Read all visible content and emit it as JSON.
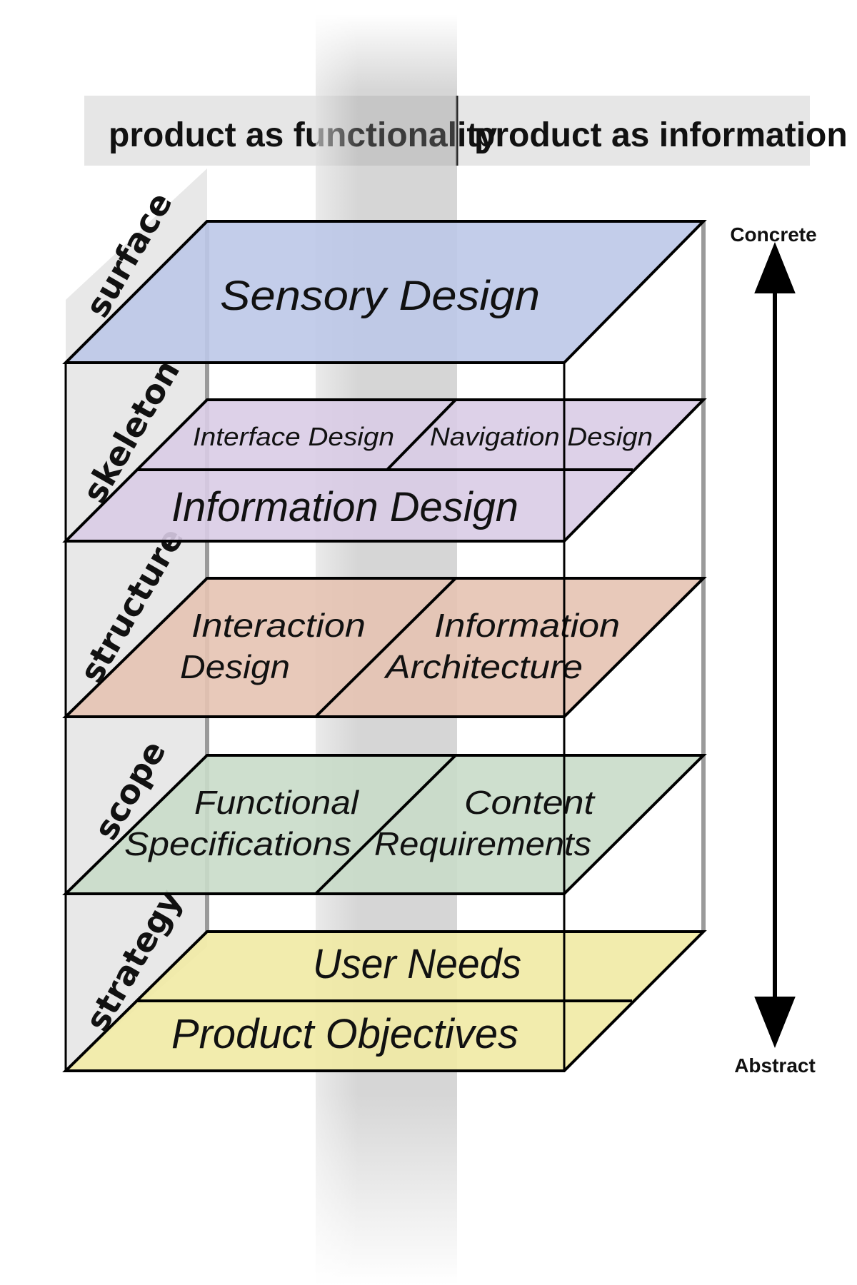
{
  "header": {
    "left": "product as functionality",
    "right": "product as information"
  },
  "axis": {
    "top": "Concrete",
    "bottom": "Abstract"
  },
  "planes": {
    "surface": {
      "side_label": "surface",
      "title": "Sensory Design"
    },
    "skeleton": {
      "side_label": "skeleton",
      "left": "Interface Design",
      "right": "Navigation Design",
      "bottom": "Information Design"
    },
    "structure": {
      "side_label": "structure",
      "left_line1": "Interaction",
      "left_line2": "Design",
      "right_line1": "Information",
      "right_line2": "Architecture"
    },
    "scope": {
      "side_label": "scope",
      "left_line1": "Functional",
      "left_line2": "Specifications",
      "right_line1": "Content",
      "right_line2": "Requirements"
    },
    "strategy": {
      "side_label": "strategy",
      "top": "User Needs",
      "bottom": "Product Objectives"
    }
  },
  "colors": {
    "surface": "#bcc8e8",
    "skeleton": "#d9cce5",
    "structure": "#e6c3b3",
    "scope": "#c9dcc9",
    "strategy": "#f1eaa4",
    "header_bg": "#e6e6e6"
  }
}
